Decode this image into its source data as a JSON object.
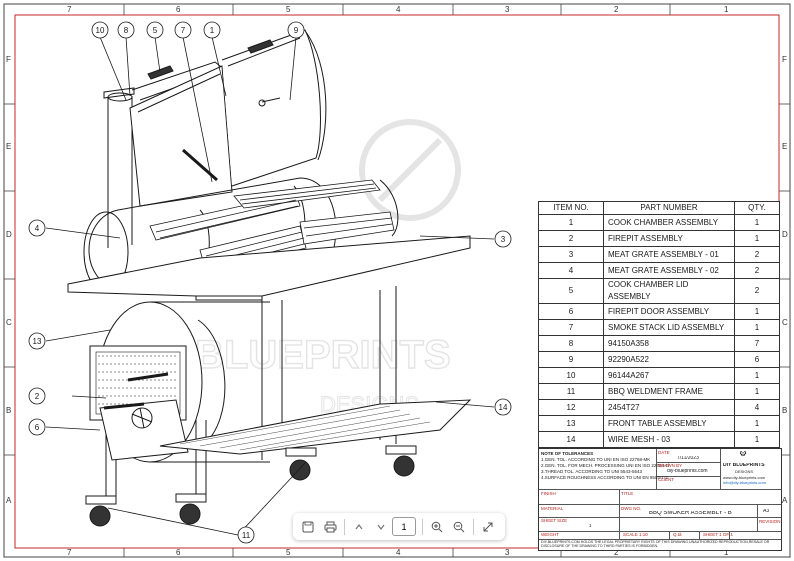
{
  "border": {
    "columns": [
      "7",
      "6",
      "5",
      "4",
      "3",
      "2",
      "1"
    ],
    "rows": [
      "F",
      "E",
      "D",
      "C",
      "B",
      "A"
    ]
  },
  "callouts": [
    "10",
    "8",
    "5",
    "7",
    "1",
    "9",
    "4",
    "3",
    "13",
    "2",
    "6",
    "14",
    "11"
  ],
  "watermark": {
    "brand": "DIY BLUEPRINTS",
    "tagline": "DESIGNS"
  },
  "bom": {
    "headers": [
      "ITEM NO.",
      "PART NUMBER",
      "QTY."
    ],
    "rows": [
      [
        "1",
        "COOK CHAMBER ASSEMBLY",
        "1"
      ],
      [
        "2",
        "FIREPIT ASSEMBLY",
        "1"
      ],
      [
        "3",
        "MEAT GRATE ASSEMBLY - 01",
        "2"
      ],
      [
        "4",
        "MEAT GRATE ASSEMBLY - 02",
        "2"
      ],
      [
        "5",
        "COOK CHAMBER LID ASSEMBLY",
        "2"
      ],
      [
        "6",
        "FIREPIT DOOR ASSEMBLY",
        "1"
      ],
      [
        "7",
        "SMOKE STACK LID ASSEMBLY",
        "1"
      ],
      [
        "8",
        "94150A358",
        "7"
      ],
      [
        "9",
        "92290A522",
        "6"
      ],
      [
        "10",
        "96144A267",
        "1"
      ],
      [
        "11",
        "BBQ WELDMENT FRAME",
        "1"
      ],
      [
        "12",
        "2454T27",
        "4"
      ],
      [
        "13",
        "FRONT TABLE ASSEMBLY",
        "1"
      ],
      [
        "14",
        "WIRE MESH - 03",
        "1"
      ]
    ]
  },
  "title_block": {
    "tolerance_title": "NOTE OF TOLERANCES",
    "tolerance_lines": [
      "1.GEN. TOL. ACCORDING TO UNI EN ISO 22768-MK",
      "2.GEN. TOL. FOR MECH. PROCESSING UNI EN ISO 22768-1f",
      "3.THREAD TOL. ACCORDING TO UNI 5543-5543",
      "4.SURFACE ROUGHNESS ACCORDING TO UNI EN 9503-1-2"
    ],
    "date_label": "DATE",
    "date_value": "7/11/2023",
    "drawn_by_label": "DRAWN BY",
    "drawn_by_value": "diy-blueprints.com",
    "client_label": "CLIENT",
    "logo_name": "DIY BLUEPRINTS",
    "logo_sub": "DESIGNS",
    "website": "www.diy-blueprints.com",
    "email": "info@diy-blueprints.com",
    "finish_label": "FINISH",
    "title_label": "TITLE",
    "material_label": "MATERIAL",
    "dwg_no_label": "DWG NO.",
    "dwg_no_value": "BBQ SMOKER ASSEMBLY - B",
    "size_value": "A3",
    "sheet_size_label": "SHEET SIZE",
    "sheet_size_value": "1",
    "revision_label": "REVISION",
    "weight_label": "WEIGHT",
    "scale_label": "SCALE 1:10",
    "qty_label": "Q.tà",
    "sheet_label": "SHEET 1 OF 1",
    "disclaimer": "DIY-BLUEPRINTS.COM HOLDS THE LEGAL PROPRIETARY RIGHTS OF THIS DRAWING.UNAUTHORIZED REPRODUCTION,RESALE OR DISCLOSURE OF THE DRAWING TO THIRD PARTIES IS FORBIDDEN."
  },
  "viewer_toolbar": {
    "page_value": "1",
    "icons": [
      "save-icon",
      "print-icon",
      "prev-page-icon",
      "next-page-icon",
      "zoom-in-icon",
      "zoom-out-icon",
      "fit-page-icon"
    ]
  },
  "colors": {
    "line": "#1a1a1a",
    "frame_red": "#c62828",
    "watermark": "#cfcfcf",
    "toolbar_bg": "#ffffff"
  }
}
